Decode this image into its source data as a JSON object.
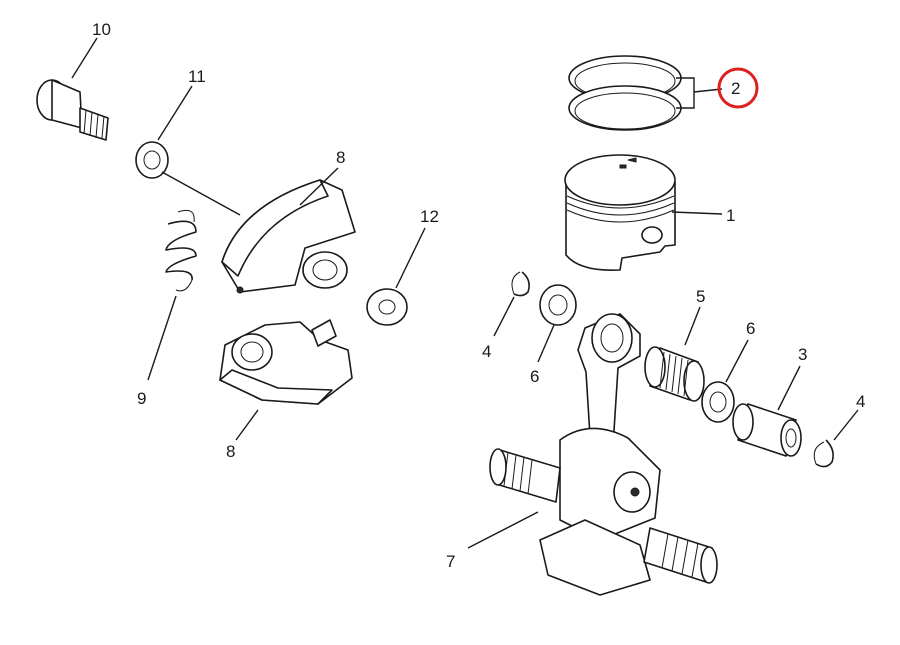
{
  "callouts": {
    "c1": "1",
    "c2": "2",
    "c3": "3",
    "c4a": "4",
    "c4b": "4",
    "c5": "5",
    "c6a": "6",
    "c6b": "6",
    "c7": "7",
    "c8a": "8",
    "c8b": "8",
    "c9": "9",
    "c10": "10",
    "c11": "11",
    "c12": "12"
  },
  "highlight": {
    "color": "#e02020",
    "target": "2"
  }
}
